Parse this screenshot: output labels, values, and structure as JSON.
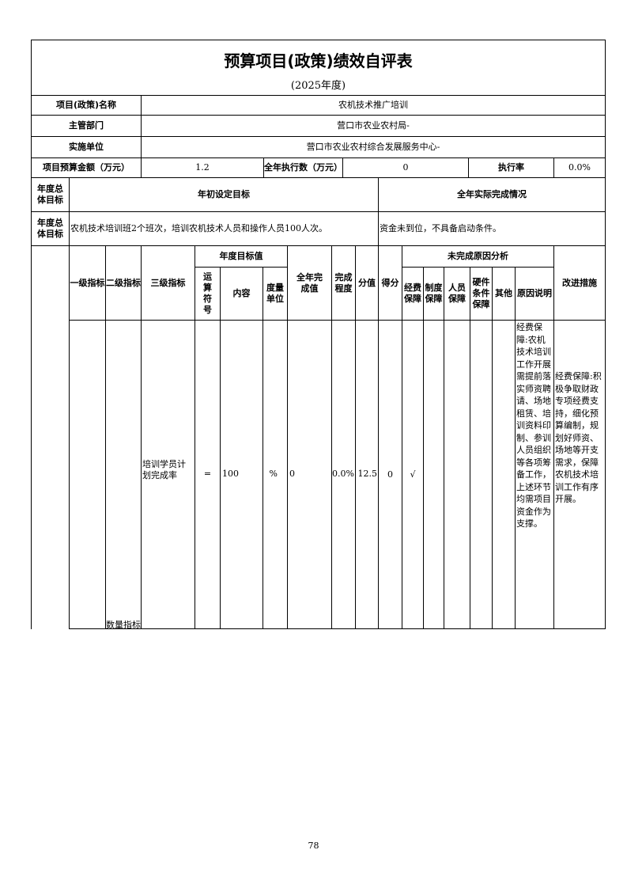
{
  "title": "预算项目(政策)绩效自评表",
  "year": "(2025年度)",
  "info": {
    "project_name_label": "项目(政策)名称",
    "project_name": "农机技术推广培训",
    "dept_label": "主管部门",
    "dept": "营口市农业农村局-",
    "unit_label": "实施单位",
    "unit": "营口市农业农村综合发展服务中心-",
    "budget_label": "项目预算金额（万元）",
    "budget": "1.2",
    "exec_label": "全年执行数（万元）",
    "exec": "0",
    "rate_label": "执行率",
    "rate": "0.0%"
  },
  "goals": {
    "row_label": "年度总体目标",
    "initial_header": "年初设定目标",
    "actual_header": "全年实际完成情况",
    "initial": "农机技术培训班2个班次，培训农机技术人员和操作人员100人次。",
    "actual": "资金未到位，不具备启动条件。"
  },
  "headers": {
    "level1": "一级指标",
    "level2": "二级指标",
    "level3": "三级指标",
    "annual_target": "年度目标值",
    "operator": "运算符号",
    "content": "内容",
    "unit": "度量单位",
    "completed": "全年完成值",
    "degree": "完成程度",
    "score_value": "分值",
    "score": "得分",
    "reasons": "未完成原因分析",
    "r_fund": "经费保障",
    "r_system": "制度保障",
    "r_staff": "人员保障",
    "r_hardware": "硬件条件保障",
    "r_other": "其他",
    "r_explain": "原因说明",
    "improve": "改进措施"
  },
  "row": {
    "level2": "数量指标",
    "level3": "培训学员计划完成率",
    "operator": "=",
    "content": "100",
    "unit": "%",
    "completed": "0",
    "degree": "0.0%",
    "score_value": "12.5",
    "score": "0",
    "fund_mark": "√",
    "explain": "经费保障:农机技术培训工作开展需提前落实师资聘请、场地租赁、培训资料印制、参训人员组织等各项筹备工作，上述环节均需项目资金作为支撑。",
    "improve": "经费保障:积极争取财政专项经费支持，细化预算编制，规划好师资、场地等开支需求，保障农机技术培训工作有序开展。"
  },
  "page_number": "78"
}
